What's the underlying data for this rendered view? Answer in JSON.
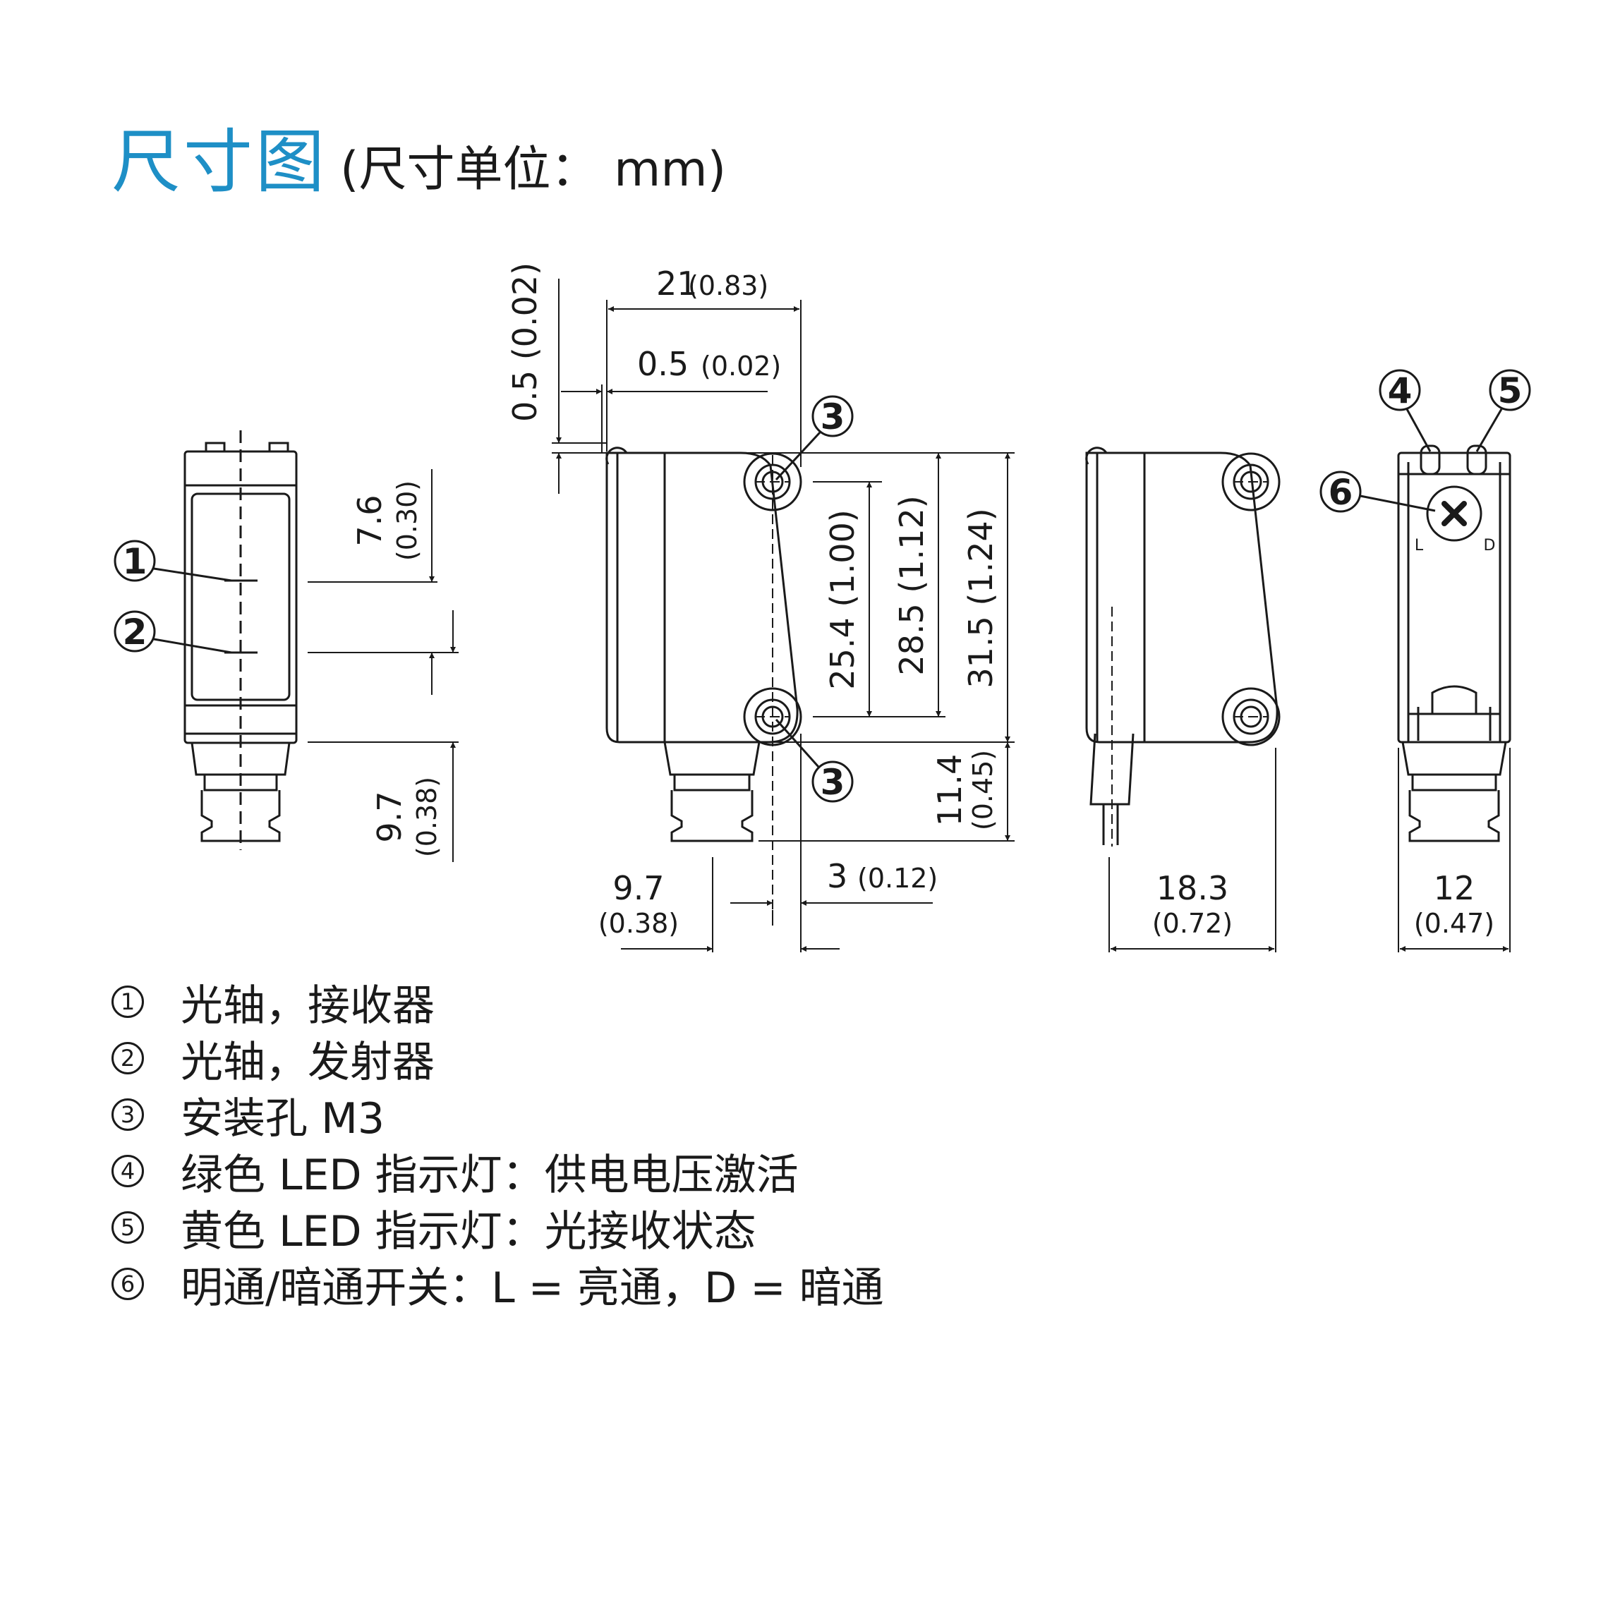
{
  "header": {
    "title": "尺寸图",
    "unit_note": "(尺寸单位： mm)"
  },
  "callouts": {
    "c1": "1",
    "c2": "2",
    "c3": "3",
    "c4": "4",
    "c5": "5",
    "c6": "6",
    "switch_l": "L",
    "switch_d": "D"
  },
  "dimensions": {
    "d_7_6": "7.6",
    "d_7_6_in": "(0.30)",
    "d_9_7_side": "9.7",
    "d_9_7_side_in": "(0.38)",
    "d_0_5_v": "0.5 (0.02)",
    "d_21": "21",
    "d_21_in": "(0.83)",
    "d_0_5_h": "0.5",
    "d_0_5_h_in": "(0.02)",
    "d_25_4": "25.4 (1.00)",
    "d_28_5": "28.5 (1.12)",
    "d_31_5": "31.5 (1.24)",
    "d_11_4": "11.4",
    "d_11_4_in": "(0.45)",
    "d_9_7": "9.7",
    "d_9_7_in": "(0.38)",
    "d_3": "3",
    "d_3_in": "(0.12)",
    "d_18_3": "18.3",
    "d_18_3_in": "(0.72)",
    "d_12": "12",
    "d_12_in": "(0.47)"
  },
  "legend": [
    {
      "num": "1",
      "text": "光轴，接收器"
    },
    {
      "num": "2",
      "text": "光轴，发射器"
    },
    {
      "num": "3",
      "text": "安装孔 M3"
    },
    {
      "num": "4",
      "text": "绿色 LED 指示灯：供电电压激活"
    },
    {
      "num": "5",
      "text": "黄色 LED 指示灯：光接收状态"
    },
    {
      "num": "6",
      "text": "明通/暗通开关：L = 亮通，D = 暗通"
    }
  ]
}
